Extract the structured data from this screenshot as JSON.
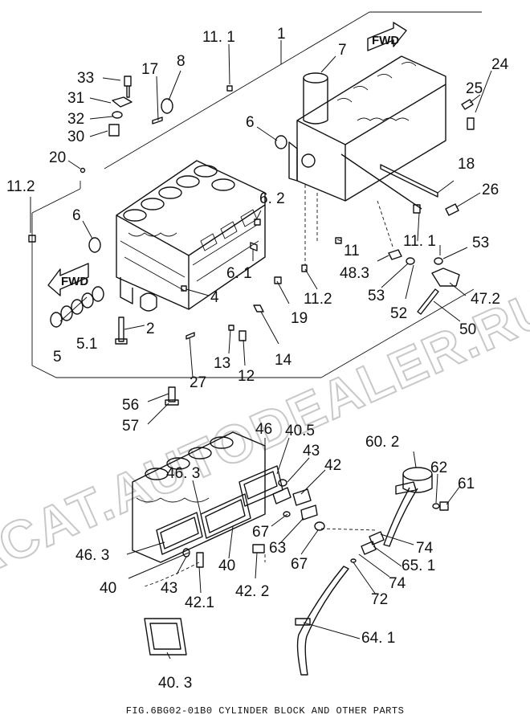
{
  "caption": "FIG.6BG02-01B0  CYLINDER BLOCK AND OTHER PARTS",
  "watermark": "ACAT.AUTODEALER.RU",
  "fwd_label": "FWD",
  "callouts": [
    "1",
    "2",
    "4",
    "5",
    "5.1",
    "6",
    "6. 1",
    "6. 2",
    "6",
    "7",
    "8",
    "11",
    "11. 1",
    "11. 1",
    "11.2",
    "11.2",
    "12",
    "13",
    "14",
    "17",
    "18",
    "19",
    "20",
    "24",
    "25",
    "26",
    "27",
    "30",
    "31",
    "32",
    "33",
    "47.2",
    "48.3",
    "50",
    "52",
    "53",
    "53",
    "56",
    "57",
    "46",
    "40.5",
    "43",
    "42",
    "46. 3",
    "46. 3",
    "40",
    "43",
    "42.1",
    "40",
    "42. 2",
    "67",
    "63",
    "67",
    "60. 2",
    "62",
    "61",
    "74",
    "65. 1",
    "74",
    "72",
    "64. 1",
    "40. 3"
  ]
}
